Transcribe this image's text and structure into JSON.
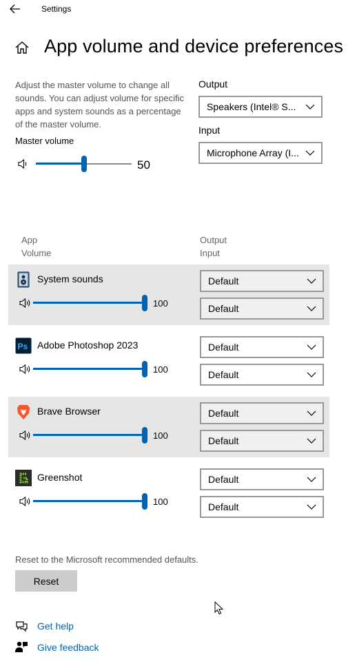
{
  "window": {
    "title": "Settings"
  },
  "page": {
    "title": "App volume and device preferences"
  },
  "master": {
    "description": "Adjust the master volume to change all sounds. You can adjust volume for specific apps and system sounds as a percentage of the master volume.",
    "label": "Master volume",
    "value": "50",
    "level": 0.5
  },
  "output": {
    "label": "Output",
    "selected": "Speakers (Intel® S..."
  },
  "input": {
    "label": "Input",
    "selected": "Microphone Array (I..."
  },
  "columns": {
    "app": "App",
    "volume": "Volume",
    "output": "Output",
    "input": "Input"
  },
  "apps": [
    {
      "name": "System sounds",
      "icon": "speaker-device-icon",
      "volume": "100",
      "level": 1.0,
      "output": "Default",
      "input": "Default"
    },
    {
      "name": "Adobe Photoshop 2023",
      "icon": "photoshop-icon",
      "volume": "100",
      "level": 1.0,
      "output": "Default",
      "input": "Default"
    },
    {
      "name": "Brave Browser",
      "icon": "brave-lion-icon",
      "volume": "100",
      "level": 1.0,
      "output": "Default",
      "input": "Default"
    },
    {
      "name": "Greenshot",
      "icon": "greenshot-icon",
      "volume": "100",
      "level": 1.0,
      "output": "Default",
      "input": "Default"
    }
  ],
  "reset": {
    "text": "Reset to the Microsoft recommended defaults.",
    "button": "Reset"
  },
  "links": {
    "help": "Get help",
    "feedback": "Give feedback"
  },
  "colors": {
    "accent": "#0063b1",
    "row_shade": "#e6e6e6",
    "link": "#0063b1"
  }
}
